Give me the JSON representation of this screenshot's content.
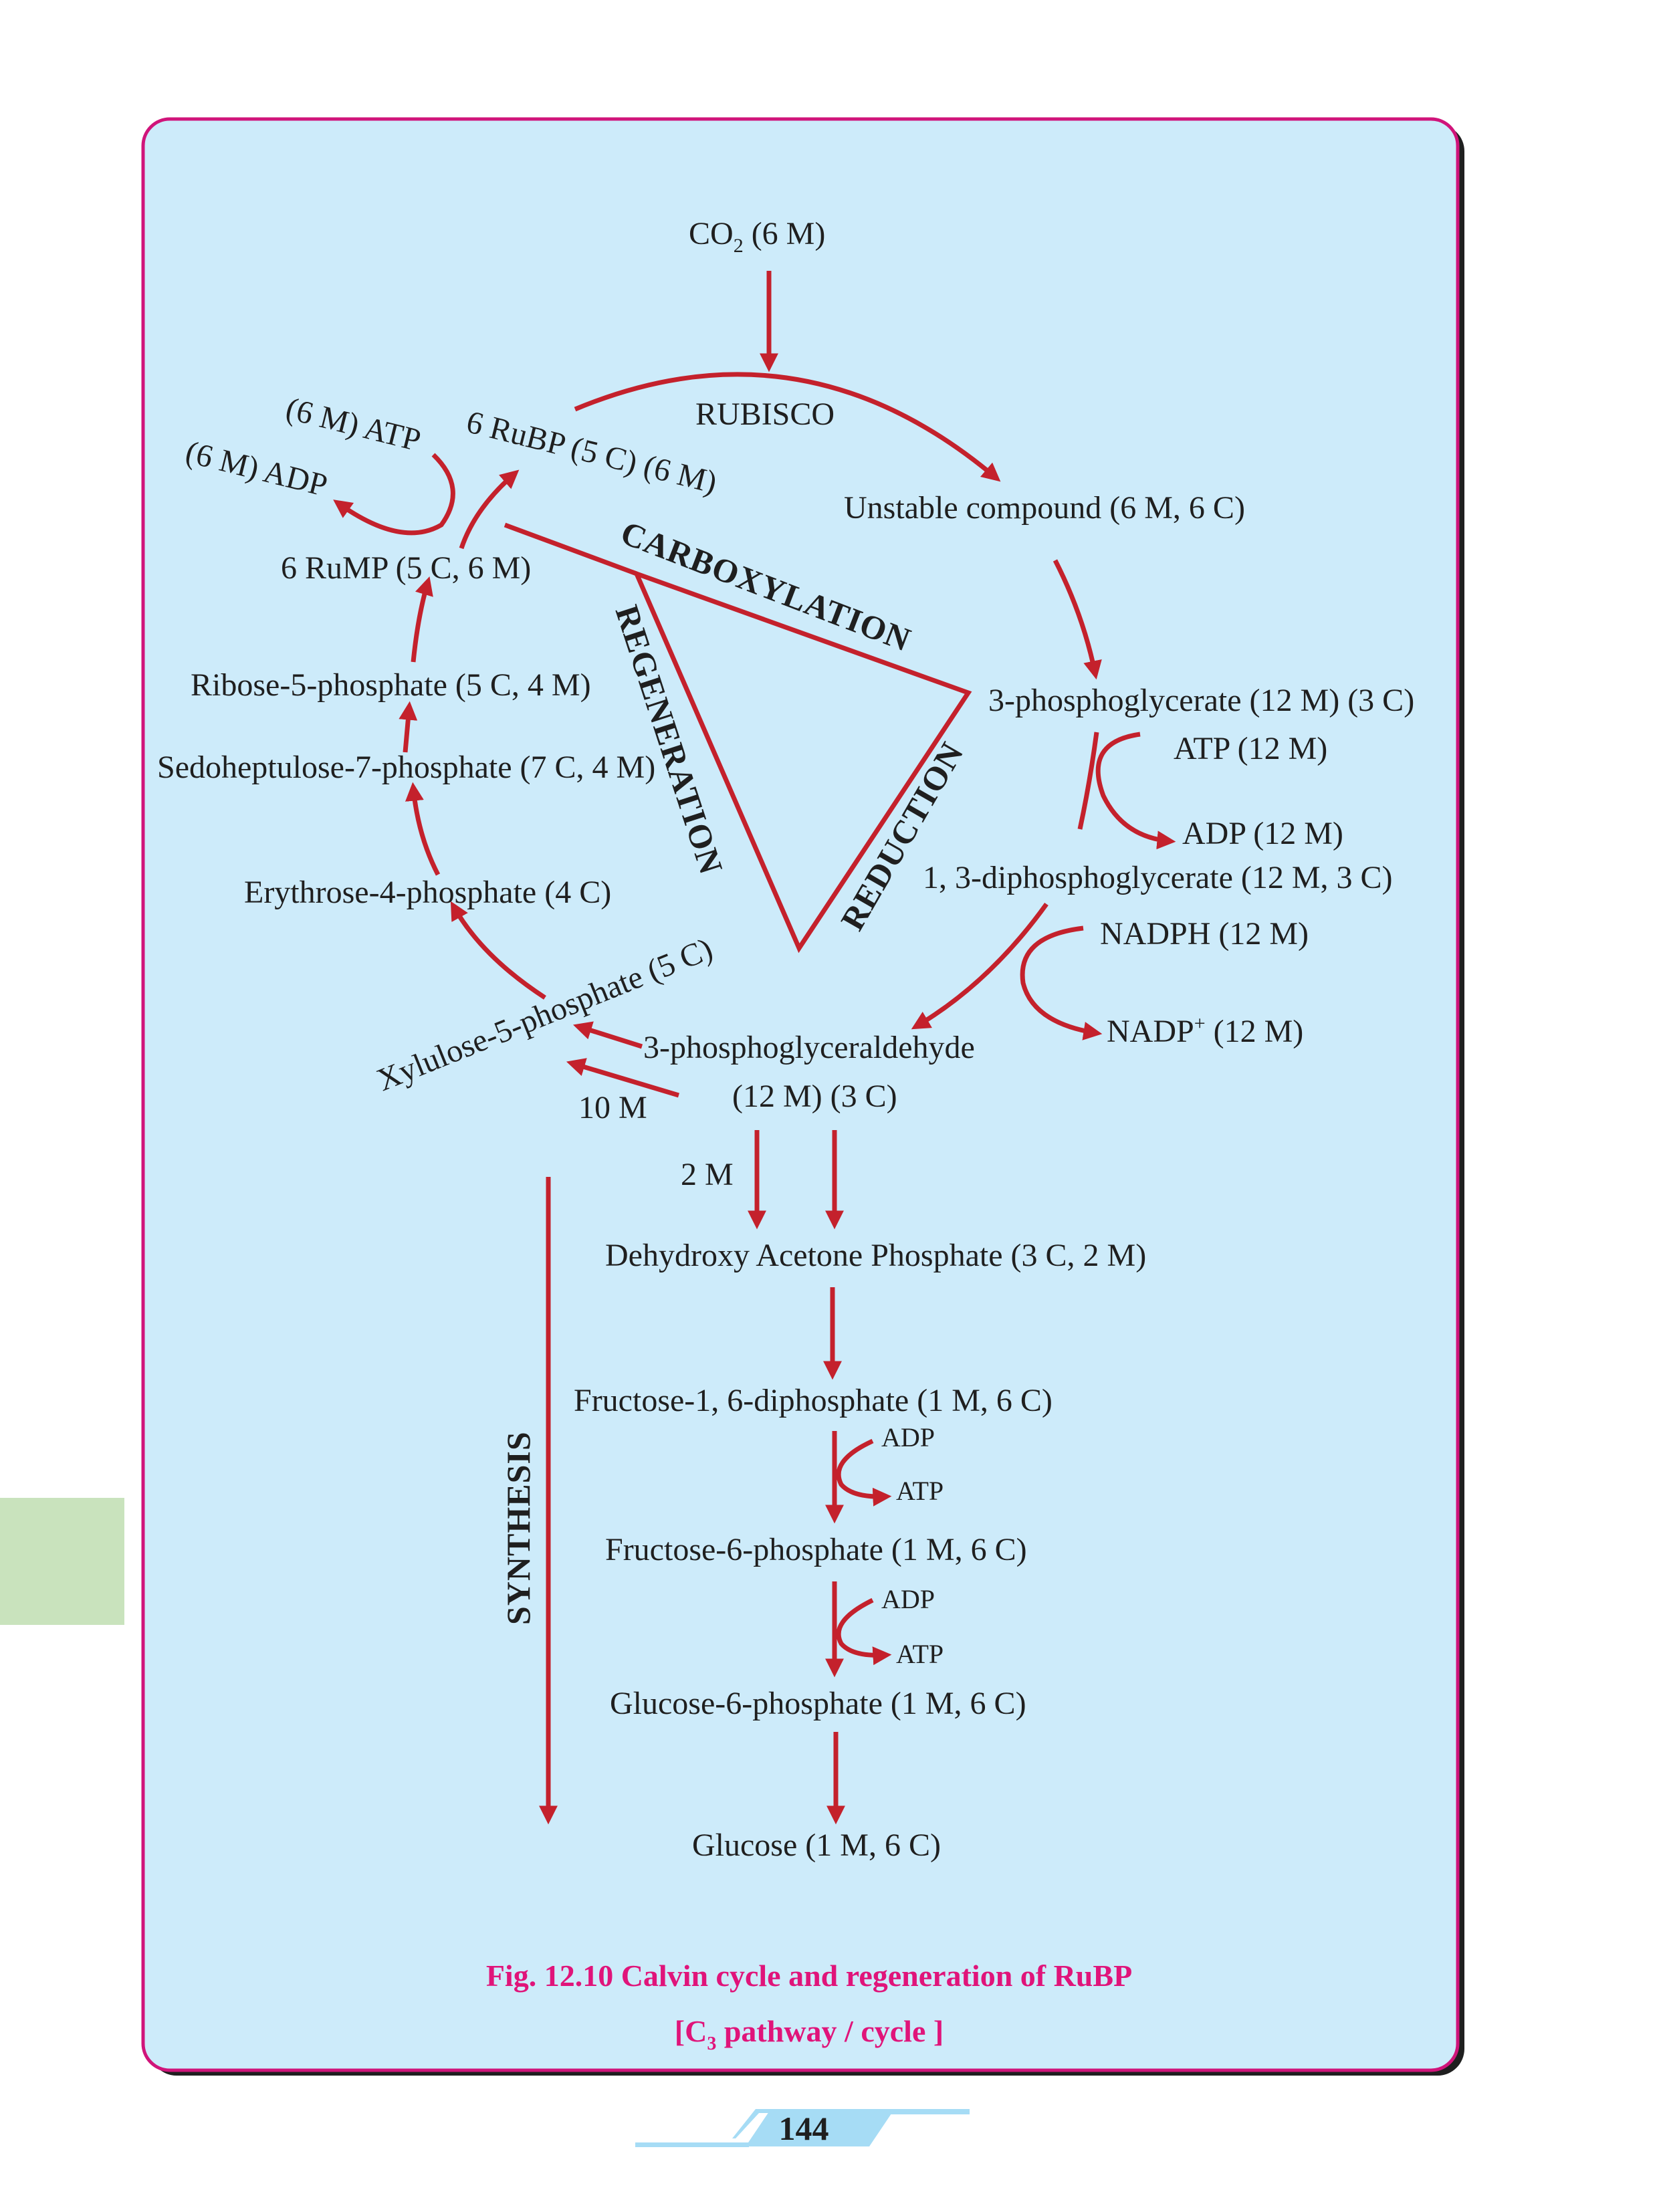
{
  "diagram": {
    "co2": {
      "prefix": "CO",
      "sub": "2",
      "suffix": " (6 M)"
    },
    "rubisco": "RUBISCO",
    "rubp": "6 RuBP (5 C) (6 M)",
    "atp_6m": "(6 M) ATP",
    "adp_6m": "(6 M) ADP",
    "unstable": "Unstable compound (6 M, 6 C)",
    "rump": "6 RuMP (5 C,  6 M)",
    "pga": "3-phosphoglycerate (12 M) (3 C)",
    "atp_12m": "ATP (12 M)",
    "adp_12m": "ADP (12 M)",
    "dpga": "1, 3-diphosphoglycerate (12 M, 3 C)",
    "nadph": "NADPH (12 M)",
    "nadp": {
      "main": "NADP",
      "sup": "+",
      "suffix": " (12 M)"
    },
    "ribose": "Ribose-5-phosphate (5 C, 4 M)",
    "sedo": "Sedoheptulose-7-phosphate (7 C, 4 M)",
    "erythrose": "Erythrose-4-phosphate (4 C)",
    "xylulose": "Xylulose-5-phosphate (5 C)",
    "pgald_1": "3-phosphoglyceraldehyde",
    "pgald_2": "(12 M) (3 C)",
    "ten_m": "10 M",
    "two_m": "2 M",
    "dhap": "Dehydroxy Acetone Phosphate (3 C, 2 M)",
    "fdp": "Fructose-1, 6-diphosphate (1 M, 6 C)",
    "adp_a": "ADP",
    "atp_a": "ATP",
    "f6p": "Fructose-6-phosphate (1 M, 6 C)",
    "adp_b": "ADP",
    "atp_b": "ATP",
    "g6p": "Glucose-6-phosphate (1 M, 6 C)",
    "glucose": "Glucose (1 M, 6 C)",
    "stages": {
      "carboxylation": "CARBOXYLATION",
      "regeneration": "REGENERATION",
      "reduction": "REDUCTION",
      "synthesis": "SYNTHESIS"
    }
  },
  "caption": {
    "line1": "Fig. 12.10 Calvin cycle and regeneration of RuBP",
    "line2_pre": "[C",
    "line2_sub": "3",
    "line2_post": " pathway / cycle ]"
  },
  "page_number": "144",
  "colors": {
    "panel_bg": "#cdebfa",
    "panel_border": "#d0147a",
    "arrow": "#c4212c",
    "caption": "#e0147a",
    "side_tab": "#c9e3bd",
    "page_tab": "#a6dcf5"
  }
}
